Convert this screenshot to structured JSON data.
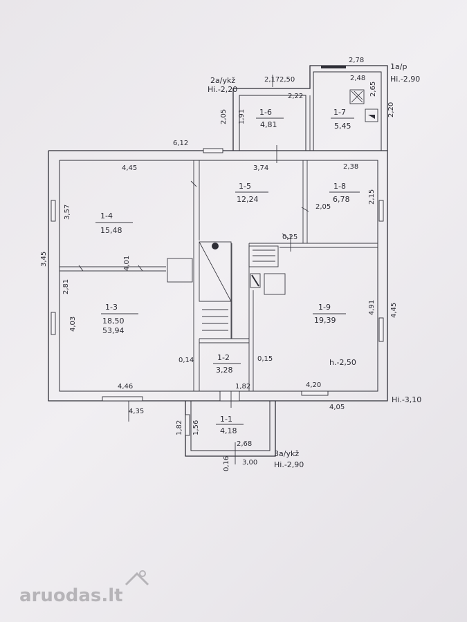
{
  "floor_plan": {
    "rooms": [
      {
        "id": "1-1",
        "area": "4,18"
      },
      {
        "id": "1-2",
        "area": "3,28"
      },
      {
        "id": "1-3",
        "area": "18,50",
        "area2": "53,94"
      },
      {
        "id": "1-4",
        "area": "15,48"
      },
      {
        "id": "1-5",
        "area": "12,24"
      },
      {
        "id": "1-6",
        "area": "4,81"
      },
      {
        "id": "1-7",
        "area": "5,45"
      },
      {
        "id": "1-8",
        "area": "6,78"
      },
      {
        "id": "1-9",
        "area": "19,39"
      }
    ],
    "dimensions": {
      "top_left": "6,12",
      "r4_top": "4,45",
      "r5_top": "3,74",
      "r8_top": "2,38",
      "r6_top": "2,17",
      "r6_top2": "2,50",
      "r6_inner": "2,22",
      "r6_side": "2,05",
      "r6_side2": "1,91",
      "r7_top": "2,78",
      "r7_top2": "2,48",
      "r7_side": "2,20",
      "r7_inner": "2,65",
      "r8_side": "2,15",
      "r5_side": "2,05",
      "left_side": "3,45",
      "r4_side": "3,57",
      "r3_side": "4,03",
      "r3_side2": "2,81",
      "mid_401": "4,01",
      "bottom_left": "4,46",
      "bottom_left2": "4,35",
      "r2_left": "0,14",
      "r2_right": "0,15",
      "r2_bottom": "1,82",
      "r9_bottom": "4,20",
      "bottom_right": "4,05",
      "r9_side": "4,91",
      "right_side": "4,45",
      "small_025": "0,25",
      "r1_side": "1,82",
      "r1_side2": "1,56",
      "r1_bottom": "2,68",
      "r1_bottom2": "3,00",
      "r1_small": "0,16"
    },
    "notes": {
      "top_left_label": "2a/ykž",
      "top_left_height": "Hi.-2,20",
      "top_right_label": "1a/p",
      "top_right_height": "Hi.-2,90",
      "right_height": "Hi.-3,10",
      "r9_height": "h.-2,50",
      "bottom_label": "3a/ykž",
      "bottom_height": "Hi.-2,90"
    }
  },
  "watermark": {
    "text": "aruodas",
    "suffix": ".lt"
  },
  "colors": {
    "ink": "#2e2e36",
    "paper": "#eceaed"
  }
}
